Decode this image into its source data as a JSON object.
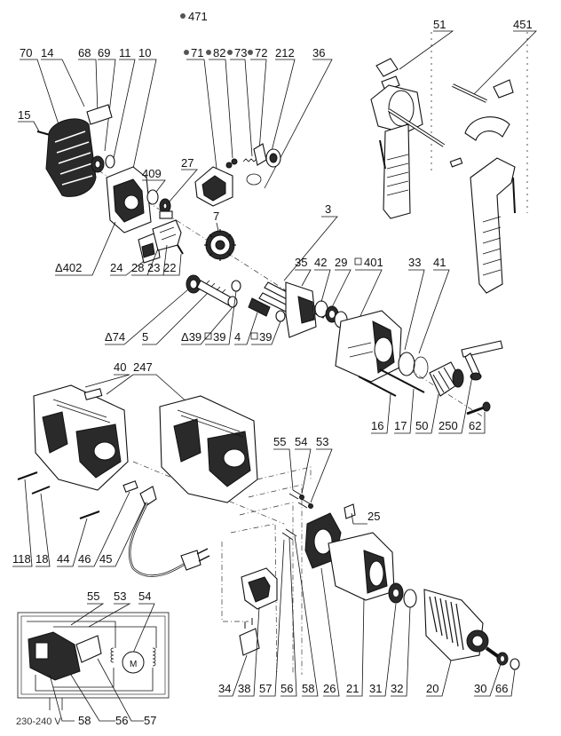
{
  "labels": {
    "l471": "471",
    "l70": "70",
    "l14": "14",
    "l68": "68",
    "l69": "69",
    "l11": "11",
    "l10": "10",
    "l71": "71",
    "l82": "82",
    "l73": "73",
    "l72": "72",
    "l212": "212",
    "l36": "36",
    "l51": "51",
    "l451": "451",
    "l15": "15",
    "l409": "409",
    "l27": "27",
    "l7": "7",
    "l3": "3",
    "l402": "402",
    "l24": "24",
    "l28": "28",
    "l23": "23",
    "l22": "22",
    "l35": "35",
    "l42": "42",
    "l29": "29",
    "l401": "401",
    "l33": "33",
    "l41": "41",
    "l74": "74",
    "l5": "5",
    "l39a": "39",
    "l39b": "39",
    "l4": "4",
    "l39c": "39",
    "l40": "40",
    "l247": "247",
    "l16": "16",
    "l17": "17",
    "l50": "50",
    "l250": "250",
    "l62": "62",
    "l55": "55",
    "l54": "54",
    "l53": "53",
    "l25": "25",
    "l118": "118",
    "l18": "18",
    "l44": "44",
    "l46": "46",
    "l45": "45",
    "s55": "55",
    "s53": "53",
    "s54": "54",
    "l34": "34",
    "l38": "38",
    "l57": "57",
    "l56": "56",
    "l58": "58",
    "l26": "26",
    "l21": "21",
    "l31": "31",
    "l32": "32",
    "l20": "20",
    "l30": "30",
    "l66": "66",
    "s58": "58",
    "s56": "56",
    "s57": "57",
    "voltage": "230-240 V"
  }
}
